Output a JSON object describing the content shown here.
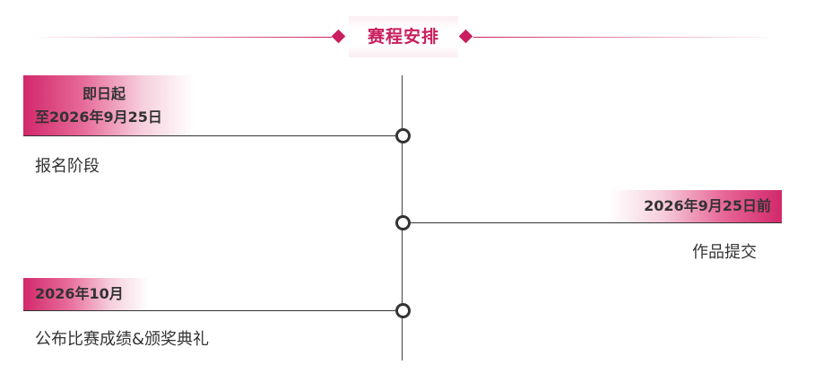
{
  "header": {
    "title": "赛程安排"
  },
  "schedule": [
    {
      "date_line1": "即日起",
      "date_line2": "至2026年9月25日",
      "label": "报名阶段"
    },
    {
      "date": "2026年9月25日前",
      "label": "作品提交"
    },
    {
      "date": "2026年10月",
      "label": "公布比赛成绩&颁奖典礼"
    }
  ],
  "colors": {
    "accent": "#c91e5f",
    "line": "#333333"
  }
}
